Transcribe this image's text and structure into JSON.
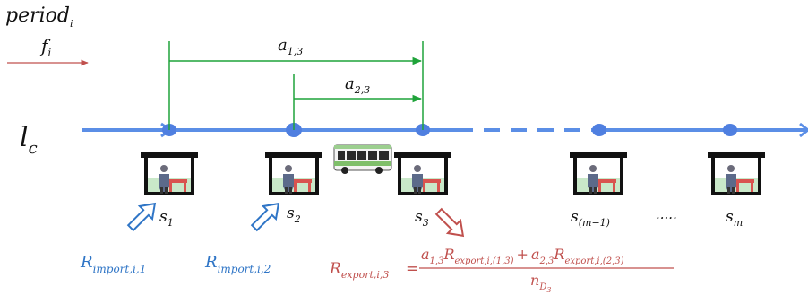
{
  "period_label": "period",
  "period_sub": "i",
  "freq_label": "f",
  "freq_sub": "i",
  "line_label": "l",
  "line_sub": "c",
  "a13_label": "a",
  "a13_sub": "1,3",
  "a23_label": "a",
  "a23_sub": "2,3",
  "dots": ".....",
  "stops": [
    {
      "base": "s",
      "sub": "1"
    },
    {
      "base": "s",
      "sub": "2"
    },
    {
      "base": "s",
      "sub": "3"
    },
    {
      "base": "s",
      "sub": "(m−1)"
    },
    {
      "base": "s",
      "sub": "m"
    }
  ],
  "r_import_1": {
    "base": "R",
    "sub": "import,i,1"
  },
  "r_import_2": {
    "base": "R",
    "sub": "import,i,2"
  },
  "r_export": {
    "lhs_base": "R",
    "lhs_sub": "export,i,3",
    "eq": "=",
    "num_t1_a": "a",
    "num_t1_a_sub": "1,3",
    "num_t1_r": "R",
    "num_t1_r_sub": "export,i,(1,3)",
    "plus": "+",
    "num_t2_a": "a",
    "num_t2_a_sub": "2,3",
    "num_t2_r": "R",
    "num_t2_r_sub": "export,i,(2,3)",
    "den_base": "n",
    "den_sub": "D",
    "den_subsub": "3"
  },
  "colors": {
    "line": "#5b8ee6",
    "dot": "#4f7fe0",
    "green": "#1fa33a",
    "import": "#2f75c6",
    "export": "#c0504d",
    "freq_arrow": "#c0504d",
    "text": "#111111"
  },
  "icons": [
    "bus-stop-shelter-icon",
    "bus-icon",
    "import-arrow-icon",
    "export-arrow-icon"
  ]
}
